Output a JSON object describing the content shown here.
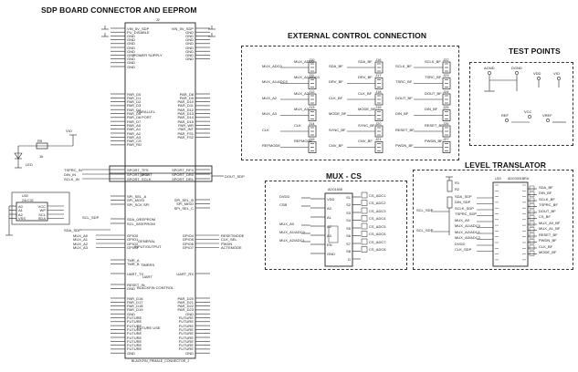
{
  "sections": {
    "sdp": "SDP BOARD CONNECTOR AND EEPROM",
    "external": "EXTERNAL CONTROL CONNECTION",
    "test_points": "TEST POINTS",
    "mux_cs": "MUX - CS",
    "level_translator": "LEVEL TRANSLATOR"
  },
  "sdp_connector": {
    "ref": "J2",
    "footer": "BLACKFIN_FRMALE_CONNECTOR_J",
    "blocks": [
      "POWER SUPPLY",
      "PARALLEL",
      "PORT",
      "SPORT",
      "SPI",
      "GENERAL",
      "INPUT/OUTPUT",
      "TIMERS",
      "UART",
      "BLACKFIN CONTROL",
      "FUTURE USE"
    ],
    "left_pins_top": [
      "VIN_5V_SDP",
      "PU_DISABLE",
      "GND",
      "GND",
      "GND",
      "GND",
      "GND",
      "GND",
      "GND",
      "GND",
      "GND"
    ],
    "right_pins_top": [
      "VIN_5V_SDP",
      "GND",
      "GND",
      "GND",
      "GND",
      "GND",
      "GND",
      "GND",
      "GND"
    ],
    "left_pins_parallel": [
      "PAR_D0",
      "PAR_D1",
      "PAR_D2",
      "PAR_D3",
      "PAR_D4",
      "PAR_D5",
      "PAR_D6",
      "PAR_D7",
      "PAR_A0",
      "PAR_A1",
      "PAR_A2",
      "PAR_A3",
      "PAR_CS",
      "PAR_RD"
    ],
    "right_pins_parallel": [
      "PAR_D8",
      "PAR_D9",
      "PAR_D10",
      "PAR_D11",
      "PAR_D12",
      "PAR_D13",
      "PAR_D14",
      "PAR_D15",
      "PAR_WR",
      "PAR_INT",
      "PAR_FS1",
      "PAR_FS2"
    ],
    "sport_left": [
      "SPORT_TFS",
      "SPORT_DT0",
      "SPORT_SCLK"
    ],
    "sport_right": [
      "SPORT_RFS",
      "SPORT_DR0",
      "SPORT_DR1"
    ],
    "spi_left": [
      "SPI_SEL_A",
      "SPI_MOSI",
      "SPI_SCK"
    ],
    "spi_right": [
      "SPI_SEL_B",
      "SPI_MISO",
      "SPI_SEL_C"
    ],
    "i2c_left": [
      "SDA_0/EEPROM",
      "SCL_0/EEPROM"
    ],
    "gpio_left": [
      "GPIO0",
      "GPIO1",
      "GPIO2",
      "GPIO3"
    ],
    "gpio_right": [
      "GPIO4",
      "GPIO5",
      "GPIO6",
      "GPIO7"
    ],
    "timer_left": [
      "TMR_A",
      "TMR_B"
    ],
    "uart_left": [
      "UART_TX"
    ],
    "uart_right": [
      "UART_RX"
    ],
    "reset_left": [
      "RESET_IN",
      "GND"
    ],
    "future_left": [
      "PAR_D16",
      "PAR_D17",
      "PAR_D18",
      "PAR_D19",
      "GND",
      "FUTURE",
      "FUTURE",
      "FUTURE",
      "FUTURE",
      "FUTURE",
      "FUTURE",
      "FUTURE",
      "FUTURE",
      "FUTURE",
      "GND"
    ],
    "future_right": [
      "PAR_D20",
      "PAR_D21",
      "PAR_D22",
      "PAR_D23",
      "GND",
      "FUTURE",
      "FUTURE",
      "FUTURE",
      "FUTURE",
      "FUTURE",
      "FUTURE",
      "FUTURE",
      "FUTURE",
      "FUTURE",
      "GND"
    ]
  },
  "eeprom": {
    "ref": "U30",
    "part": "24LC32",
    "pins": [
      "A0",
      "A1",
      "A2",
      "VSS",
      "VCC",
      "WP",
      "SCL",
      "SDA"
    ]
  },
  "led": {
    "resistor": "R9",
    "value": "1k",
    "led": "LED",
    "net": "VIO"
  },
  "sdp_nets": {
    "sport_in": [
      "TSPRC_IN",
      "DIN_IN",
      "SCLK_IN"
    ],
    "sport_out": "DOUT_SDP",
    "scl": "SCL_SDP",
    "sda": "SDA_SDP",
    "gpio_in": [
      "MUX_A0",
      "MUX_A1",
      "MUX_A2",
      "MUX_A3"
    ],
    "gpio_out": [
      "RESETMODE",
      "CLK_SEL",
      "PWDN",
      "ACTEMODE"
    ]
  },
  "external": {
    "left_nets": [
      "MUX_ADC0",
      "MUX_A1/ADC0",
      "MUX_A2",
      "MUX_A3",
      "CLK",
      "REFMODE"
    ],
    "mid_nets": [
      "SDA_BF",
      "DRV_BF",
      "CLK_BF",
      "MODE_BF",
      "SYNC_BF",
      "CNV_BF"
    ],
    "right_nets": [
      "SCLK_BF",
      "TSRC_BF",
      "DOUT_BF",
      "DIN_BF",
      "RESET_BF",
      "PWDN_BF"
    ],
    "header_refs": [
      "J10",
      "J11",
      "J12",
      "J13",
      "J14",
      "J15",
      "J16",
      "J17",
      "J18",
      "J19",
      "J20",
      "J21",
      "J22",
      "J23",
      "J24",
      "J25",
      "J26",
      "J27"
    ]
  },
  "test_points": {
    "labels": [
      "AGND",
      "DGND",
      "VDD",
      "VIO",
      "VCC",
      "REF",
      "VREF"
    ]
  },
  "mux": {
    "ref": "U13",
    "part": "ADG1608",
    "left_pins": [
      "VDD",
      "A0",
      "A1",
      "A2",
      "A3",
      "EN",
      "GND"
    ],
    "right_pins": [
      "S1",
      "S2",
      "S3",
      "S4",
      "S5",
      "S6",
      "S7",
      "S8",
      "D"
    ],
    "inputs": [
      "DVDD",
      "CSB",
      "MUX_A0",
      "MUX_A1/ADC0",
      "MUX_A2/ADC1"
    ],
    "outputs": [
      "CS_ADC1",
      "CS_ADC2",
      "CS_ADC3",
      "CS_ADC4",
      "CS_ADC5",
      "CS_ADC6",
      "CS_ADC7",
      "CS_ADC8"
    ]
  },
  "translator": {
    "ref": "U15",
    "part": "ADG3301BRU",
    "resistors": [
      "R1",
      "R2"
    ],
    "left_nets": [
      "SDA_SDP",
      "DIN_SDP",
      "SCLK_SDP",
      "TSPRC_SDP",
      "MUX_A0",
      "MUX_A1/ADC0",
      "MUX_A2/ADC1",
      "MUX_A3/ADC2",
      "DVDD",
      "CLK_SDP"
    ],
    "right_nets": [
      "SDA_BF",
      "DIN_BF",
      "SCLK_BF",
      "TSPRC_BF",
      "DOUT_BF",
      "CS_BF",
      "MUX_A0_BF",
      "MUX_A1_BF",
      "RESET_BF",
      "PWDN_BF",
      "CLK_BF",
      "MODE_BF"
    ],
    "input_net": "SCL_SDP"
  }
}
